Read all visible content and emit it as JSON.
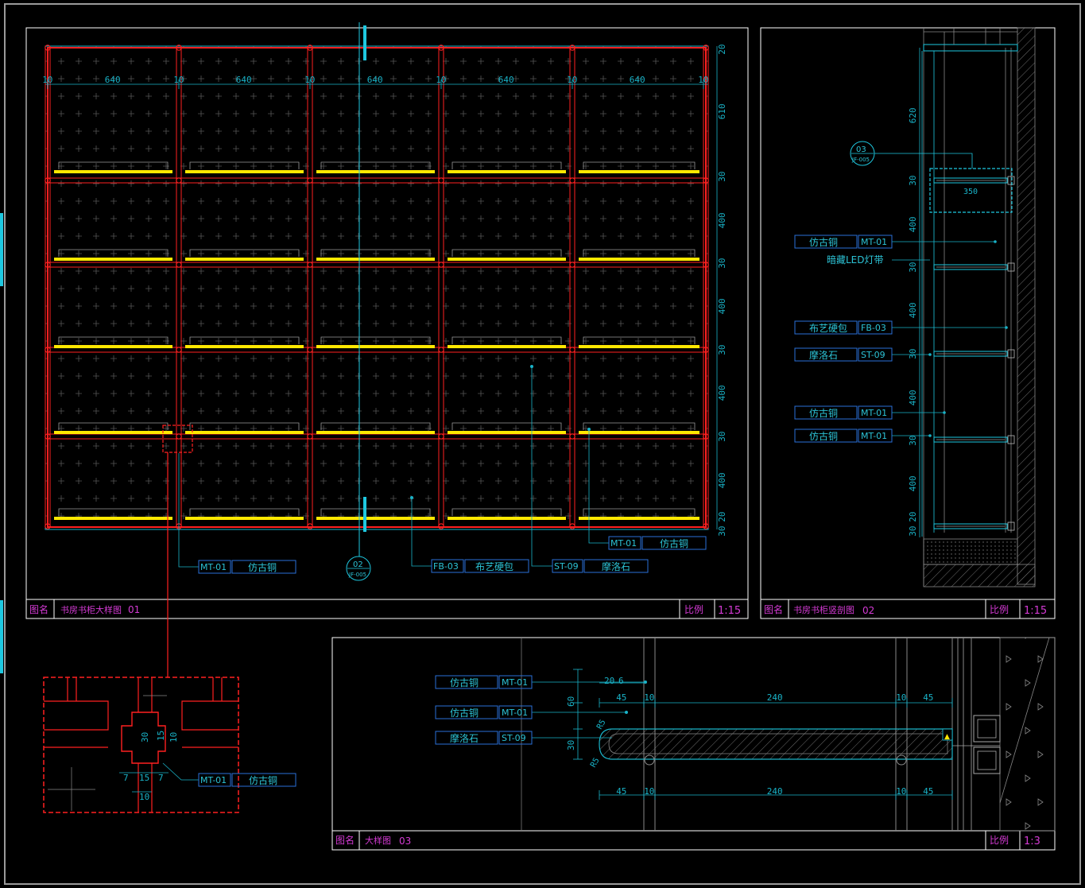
{
  "colors": {
    "background": "#000000",
    "frame": "#ffffff",
    "red": "#ff2020",
    "yellow": "#ffe800",
    "cyan": "#1ec8e0",
    "blue": "#2a6fd8",
    "magenta": "#d43ad4",
    "dim": "#19b3c8",
    "grey": "#8a8a8a"
  },
  "view01": {
    "label": "图名",
    "title": "书房书柜大样图",
    "number": "01",
    "scale_label": "比例",
    "scale": "1:15",
    "top_dims": [
      "10",
      "640",
      "10",
      "640",
      "10",
      "640",
      "10",
      "640",
      "10",
      "640",
      "10"
    ],
    "right_dims": [
      "20",
      "610",
      "30",
      "400",
      "30",
      "400",
      "30",
      "400",
      "30",
      "400",
      "20",
      "30"
    ],
    "section_mark": {
      "num": "02",
      "sheet": "JF-005"
    },
    "tags": [
      {
        "code": "MT-01",
        "text": "仿古铜"
      },
      {
        "code": "FB-03",
        "text": "布艺硬包"
      },
      {
        "code": "ST-09",
        "text": "摩洛石"
      },
      {
        "code": "MT-01",
        "text": "仿古铜"
      }
    ]
  },
  "view02": {
    "label": "图名",
    "title": "书房书柜竖剖图",
    "number": "02",
    "scale_label": "比例",
    "scale": "1:15",
    "left_dims": [
      "620",
      "30",
      "400",
      "30",
      "400",
      "30",
      "400",
      "30",
      "400",
      "20",
      "30"
    ],
    "shelf_depth": "350",
    "detail_mark": {
      "num": "03",
      "sheet": "JF-005"
    },
    "tags": [
      {
        "text": "仿古铜",
        "code": "MT-01"
      },
      {
        "text": "布艺硬包",
        "code": "FB-03"
      },
      {
        "text": "摩洛石",
        "code": "ST-09"
      },
      {
        "text": "仿古铜",
        "code": "MT-01"
      },
      {
        "text": "仿古铜",
        "code": "MT-01"
      }
    ],
    "led_note": "暗藏LED灯带"
  },
  "view03": {
    "label": "图名",
    "title": "大样图",
    "number": "03",
    "scale_label": "比例",
    "scale": "1:3",
    "tags": [
      {
        "text": "仿古铜",
        "code": "MT-01"
      },
      {
        "text": "仿古铜",
        "code": "MT-01"
      },
      {
        "text": "摩洛石",
        "code": "ST-09"
      }
    ],
    "top_small": [
      "20",
      "6"
    ],
    "top_dims": [
      "45",
      "10",
      "240",
      "10",
      "45"
    ],
    "bottom_dims": [
      "45",
      "10",
      "240",
      "10",
      "45"
    ],
    "vertical": [
      "60",
      "30"
    ],
    "radii": [
      "R5",
      "R5"
    ]
  },
  "detail": {
    "dims": [
      "30",
      "15",
      "10",
      "7",
      "15",
      "7",
      "10"
    ],
    "tag": {
      "code": "MT-01",
      "text": "仿古铜"
    }
  }
}
